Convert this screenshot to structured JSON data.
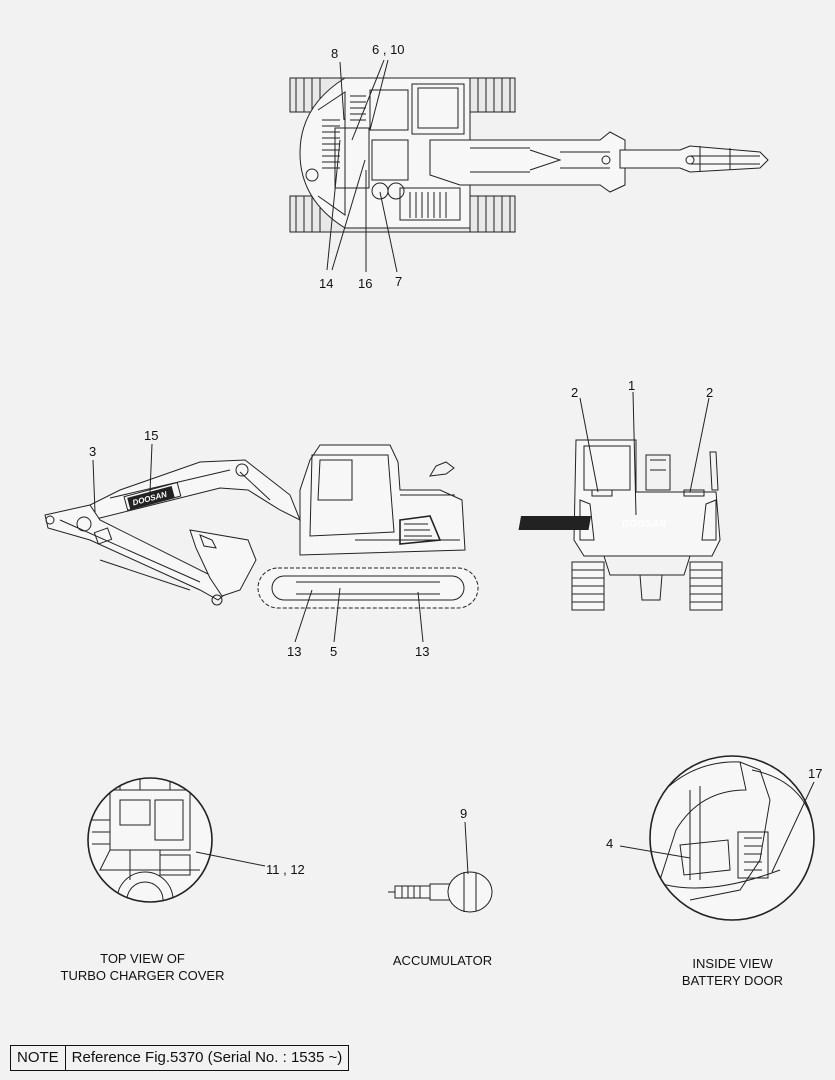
{
  "callouts": {
    "c8": "8",
    "c6_10": "6 , 10",
    "c14": "14",
    "c16": "16",
    "c7": "7",
    "c2a": "2",
    "c1": "1",
    "c2b": "2",
    "c3": "3",
    "c15": "15",
    "c13a": "13",
    "c5": "5",
    "c13b": "13",
    "c11_12": "11 , 12",
    "c9": "9",
    "c4": "4",
    "c17": "17"
  },
  "brand": "DOOSAN",
  "captions": {
    "turbo_line1": "TOP VIEW OF",
    "turbo_line2": "TURBO CHARGER COVER",
    "accumulator": "ACCUMULATOR",
    "battery_line1": "INSIDE VIEW",
    "battery_line2": "BATTERY DOOR"
  },
  "note": {
    "label": "NOTE",
    "text": "Reference Fig.5370 (Serial No. : 1535 ~)"
  }
}
